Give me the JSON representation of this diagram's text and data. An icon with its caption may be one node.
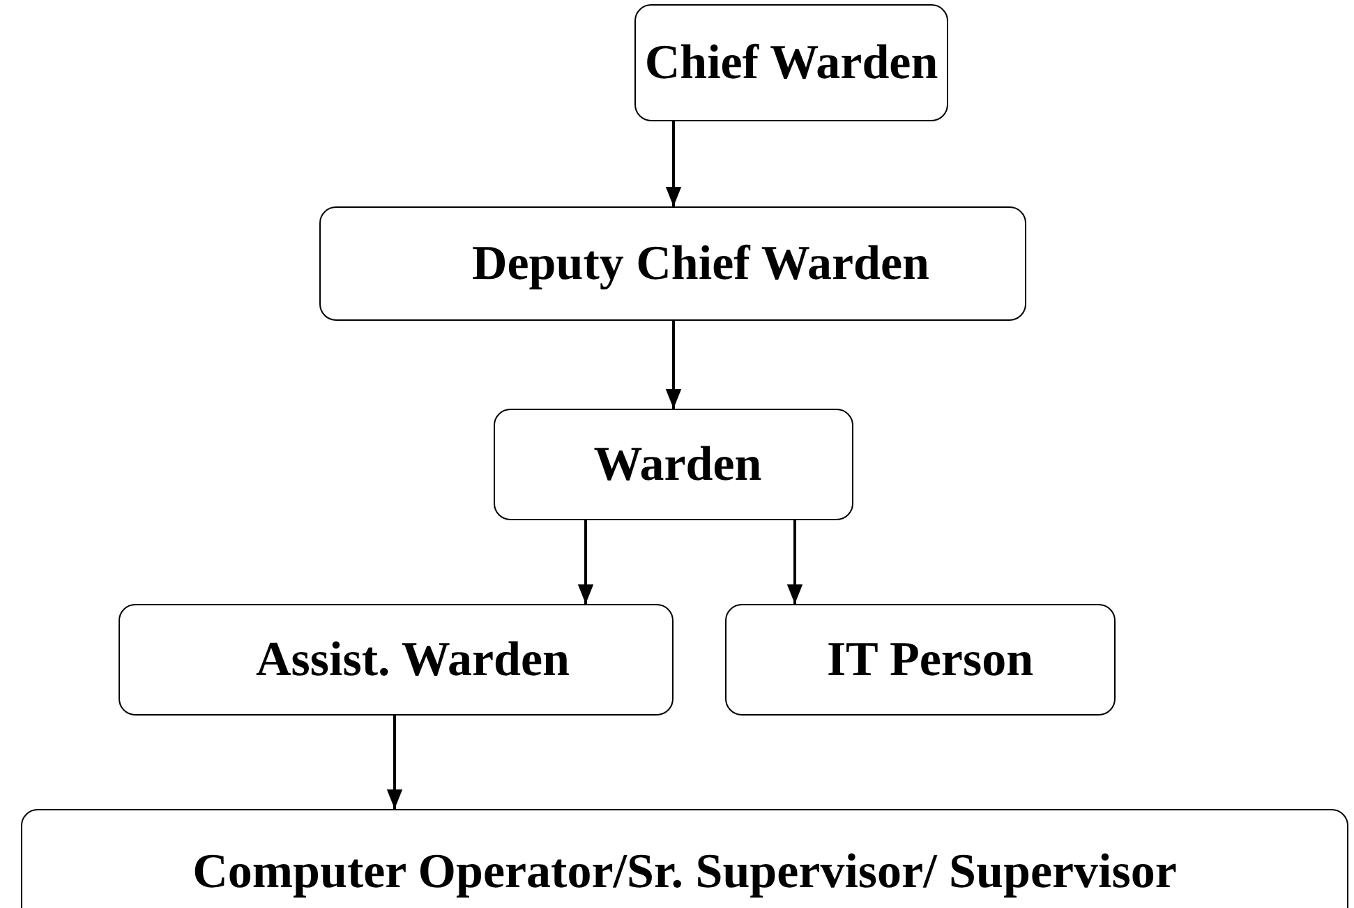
{
  "diagram": {
    "nodes": [
      {
        "text": [
          "Chief Warden"
        ]
      },
      {
        "text": [
          "Deputy Chief Warden"
        ]
      },
      {
        "text": [
          "Warden"
        ]
      },
      {
        "text": [
          "Assist. Warden"
        ]
      },
      {
        "text": [
          "IT Person"
        ]
      },
      {
        "text": [
          "Computer Operator/Sr. Supervisor/ Supervisor"
        ]
      }
    ],
    "edges": [
      {
        "from": 0,
        "to": 1,
        "arrow": "to"
      },
      {
        "from": 1,
        "to": 2,
        "arrow": "to"
      },
      {
        "from": 2,
        "to": 3,
        "arrow": "to"
      },
      {
        "from": 2,
        "to": 4,
        "arrow": "to"
      },
      {
        "from": 3,
        "to": 5,
        "arrow": "to"
      }
    ]
  }
}
